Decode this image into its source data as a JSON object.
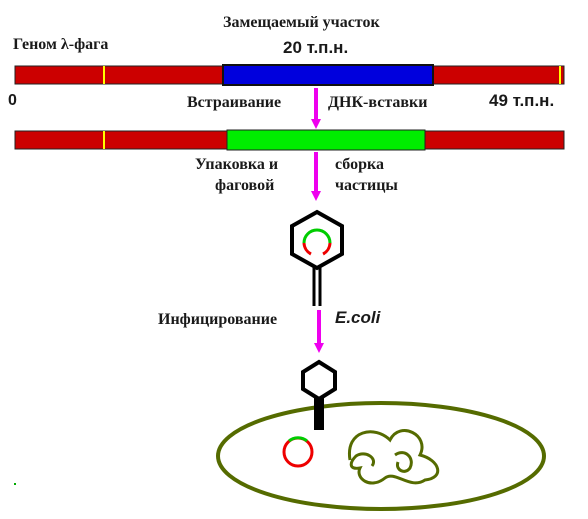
{
  "labels": {
    "replaced_region": "Замещаемый участок",
    "replaced_size": "20 т.п.н.",
    "genome": "Геном λ-фага",
    "start": "0",
    "end": "49 т.п.н.",
    "insertion_left": "Встраивание",
    "insertion_right": "ДНК-вставки",
    "packaging_1a": "Упаковка и",
    "packaging_1b": "сборка",
    "packaging_2a": "фаговой",
    "packaging_2b": "частицы",
    "infection": "Инфицирование",
    "host": "E.coli"
  },
  "colors": {
    "genome_arm": "#cc0000",
    "replaced_segment": "#0000dd",
    "inserted_dna": "#00ee00",
    "marker": "#ffff00",
    "arrow": "#ee00ee",
    "cell_outline": "#556b00",
    "plasmid_red": "#ee0000",
    "plasmid_green": "#00cc00"
  },
  "icons": {
    "phage": "bacteriophage-icon",
    "cell": "ecoli-cell-icon",
    "arrow": "arrow-down-icon"
  }
}
